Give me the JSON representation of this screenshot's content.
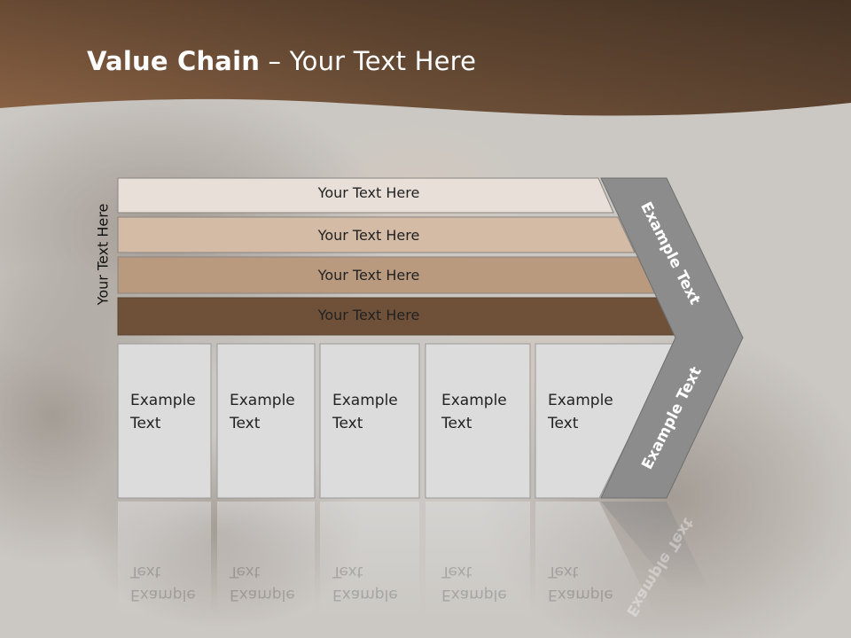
{
  "slide": {
    "title_bold": "Value Chain",
    "title_rest": " – Your Text Here",
    "vertical_label": "Your Text Here",
    "bands": [
      {
        "label": "Your Text Here",
        "color": "#e8e0d8"
      },
      {
        "label": "Your Text Here",
        "color": "#d3bba6"
      },
      {
        "label": "Your Text Here",
        "color": "#b99a7e"
      },
      {
        "label": "Your Text Here",
        "color": "#6f5139"
      }
    ],
    "columns": [
      {
        "label": "Example\nText"
      },
      {
        "label": "Example\nText"
      },
      {
        "label": "Example\nText"
      },
      {
        "label": "Example\nText"
      },
      {
        "label": "Example\nText"
      }
    ],
    "chevron": {
      "upper_label": "Example Text",
      "lower_label": "Example Text",
      "color": "#8c8c8c"
    },
    "colors": {
      "header": "#6e5038",
      "background": "#c9c6c3",
      "column_fill": "#dcdcdc"
    }
  }
}
